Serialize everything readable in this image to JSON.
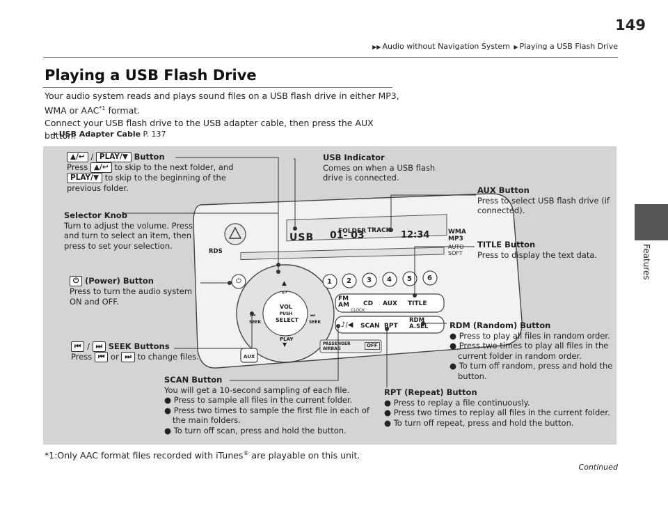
{
  "header": {
    "breadcrumb": [
      "Audio without Navigation System",
      "Playing a USB Flash Drive"
    ],
    "page_number": "149",
    "side_tab": "Features",
    "continued": "Continued"
  },
  "title": "Playing a USB Flash Drive",
  "intro": {
    "line1": "Your audio system reads and plays sound files on a USB flash drive in either MP3, WMA or AAC",
    "sup": "*1",
    "line1_end": " format.",
    "line2": "Connect your USB flash drive to the USB adapter cable, then press the AUX button."
  },
  "xref": {
    "label": "USB Adapter Cable",
    "page": "P. 137"
  },
  "footnote": {
    "mark": "*1:",
    "text_a": "Only AAC format files recorded with iTunes",
    "reg": "®",
    "text_b": " are playable on this unit."
  },
  "callouts": {
    "folder": {
      "key_a": "▲/↩",
      "slash": "/",
      "key_b": "PLAY/▼",
      "title": "Button",
      "line1a": "Press",
      "line1b": "to skip to the next folder, and",
      "line2b": "to skip to the beginning of the",
      "line3": "previous folder."
    },
    "usb_indicator": {
      "title": "USB Indicator",
      "text": "Comes on when a USB flash drive is connected."
    },
    "aux": {
      "title": "AUX Button",
      "text": "Press to select USB flash drive (if connected)."
    },
    "selector": {
      "title": "Selector Knob",
      "text": "Turn to adjust the volume. Press and turn to select an item, then press to set your selection."
    },
    "title_btn": {
      "title": "TITLE Button",
      "text": "Press to display the text data."
    },
    "power": {
      "key": "⏻",
      "title": "(Power) Button",
      "text": "Press to turn the audio system ON and OFF."
    },
    "rdm": {
      "title": "RDM (Random) Button",
      "items": [
        "Press to play all files in random order.",
        "Press two times to play all files in the current folder in random order.",
        "To turn off random, press and hold the button."
      ]
    },
    "seek": {
      "key_a": "⏮",
      "slash": "/",
      "key_b": "⏭",
      "title": "SEEK Buttons",
      "line_a": "Press",
      "line_or": "or",
      "line_b": "to change files."
    },
    "scan": {
      "title": "SCAN Button",
      "intro": "You will get a 10-second sampling of each file.",
      "items": [
        "Press to sample all files in the current folder.",
        "Press two times to sample the first file in each of the main folders.",
        "To turn off scan, press and hold the button."
      ]
    },
    "rpt": {
      "title": "RPT (Repeat) Button",
      "items": [
        "Press to replay a file continuously.",
        "Press two times to replay all files in the current folder.",
        "To turn off repeat, press and hold the button."
      ]
    }
  },
  "unit": {
    "display_usb": "USB",
    "display_track": "01- 03",
    "display_time": "12:34",
    "folder": "FOLDER",
    "track": "TRACK",
    "wma": "WMA",
    "mp3": "MP3",
    "auto": "AUTO",
    "soft": "SOFT",
    "rds": "RDS",
    "presets": [
      "1",
      "2",
      "3",
      "4",
      "5",
      "6"
    ],
    "fmam": "FM",
    "am": "AM",
    "clock": "CLOCK",
    "cd": "CD",
    "aux": "AUX",
    "title": "TITLE",
    "scan": "SCAN",
    "rpt": "RPT",
    "rdm": "RDM",
    "asel": "A.SEL",
    "vol": "VOL",
    "push": "PUSH",
    "select": "SELECT",
    "seek": "SEEK",
    "play": "PLAY",
    "passenger": "PASSENGER",
    "airbag": "AIRBAG",
    "off": "OFF",
    "aux_jack": "AUX"
  }
}
